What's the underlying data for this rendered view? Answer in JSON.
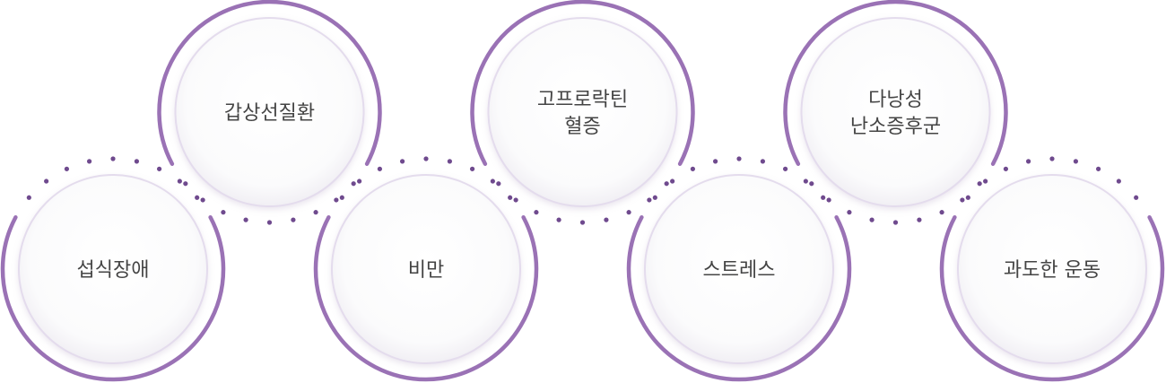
{
  "colors": {
    "ring": "#9a72b5",
    "ring_inner": "#e4dced",
    "dot": "#6f4a8e",
    "fill": "#fbfbfc",
    "text": "#444444"
  },
  "nodes": [
    {
      "id": "seopsik",
      "row": "bottom",
      "lines": [
        "섭식장애"
      ]
    },
    {
      "id": "gapsang",
      "row": "top",
      "lines": [
        "갑상선질환"
      ]
    },
    {
      "id": "biman",
      "row": "bottom",
      "lines": [
        "비만"
      ]
    },
    {
      "id": "prolactin",
      "row": "top",
      "lines": [
        "고프로락틴",
        "혈증"
      ]
    },
    {
      "id": "stress",
      "row": "bottom",
      "lines": [
        "스트레스"
      ]
    },
    {
      "id": "pcos",
      "row": "top",
      "lines": [
        "다낭성",
        "난소증후군"
      ]
    },
    {
      "id": "exercise",
      "row": "bottom",
      "lines": [
        "과도한 운동"
      ]
    }
  ]
}
